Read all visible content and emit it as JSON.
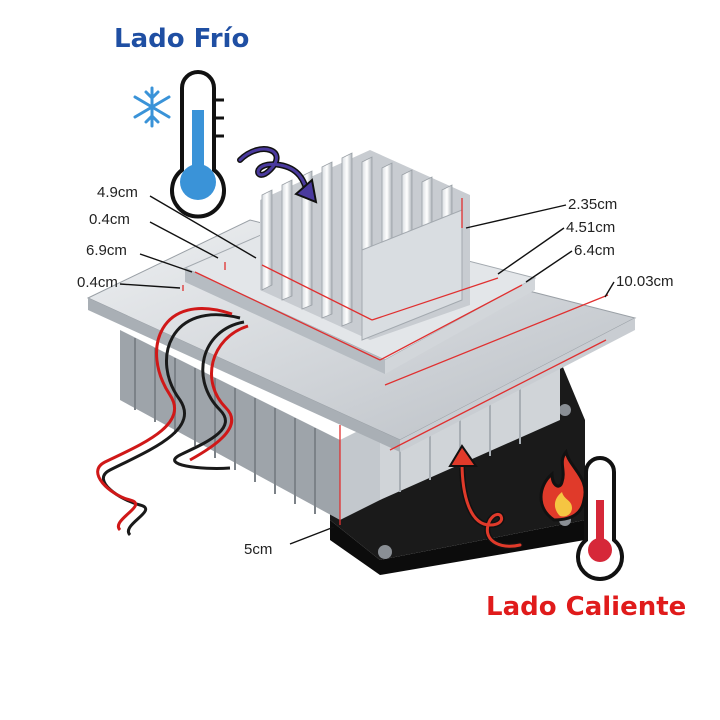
{
  "labels": {
    "cold_side": "Lado Frío",
    "hot_side": "Lado Caliente"
  },
  "dimensions": {
    "fin_length": "4.9cm",
    "block_thickness_top": "0.4cm",
    "block_width": "6.9cm",
    "plate_thickness": "0.4cm",
    "fin_height": "2.35cm",
    "block_depth": "4.51cm",
    "plate_width": "6.4cm",
    "base_width": "10.03cm",
    "total_height": "5cm"
  },
  "colors": {
    "cold_title": "#1f4fa3",
    "hot_title": "#e01b1b",
    "dimension_line": "#e03030",
    "thermometer_cold": "#3a93d8",
    "thermometer_hot": "#d62839",
    "swirl_arrow": "#4a3a9e"
  },
  "icons": [
    "snowflake-icon",
    "thermometer-cold-icon",
    "swirl-arrow-icon",
    "flame-icon",
    "thermometer-hot-icon"
  ]
}
